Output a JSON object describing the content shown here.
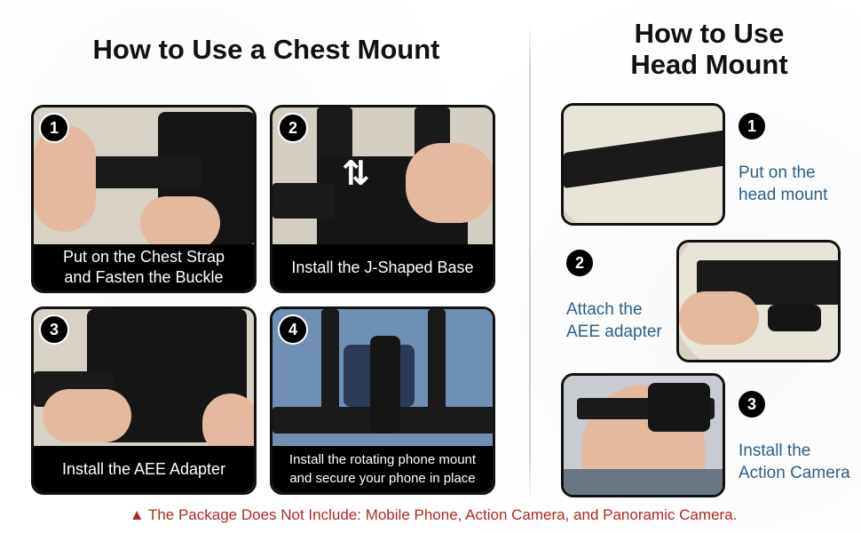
{
  "chest": {
    "title": "How to Use a Chest Mount",
    "steps": [
      {
        "num": "1",
        "caption": "Put on the Chest Strap\nand Fasten the Buckle"
      },
      {
        "num": "2",
        "caption": "Install the J-Shaped Base"
      },
      {
        "num": "3",
        "caption": "Install the AEE Adapter"
      },
      {
        "num": "4",
        "caption": "Install the rotating phone mount\nand secure your phone in place"
      }
    ]
  },
  "head": {
    "title_line1": "How to Use",
    "title_line2": "Head Mount",
    "steps": [
      {
        "num": "1",
        "line1": "Put on the",
        "line2": "head mount"
      },
      {
        "num": "2",
        "line1": "Attach the",
        "line2": "AEE adapter"
      },
      {
        "num": "3",
        "line1": "Install the",
        "line2": "Action Camera"
      }
    ]
  },
  "notice": "▲ The Package Does Not Include: Mobile Phone, Action Camera, and Panoramic Camera.",
  "colors": {
    "accent_blue": "#2e5f86",
    "warning_red": "#b5271d",
    "caption_bg": "#000000"
  }
}
